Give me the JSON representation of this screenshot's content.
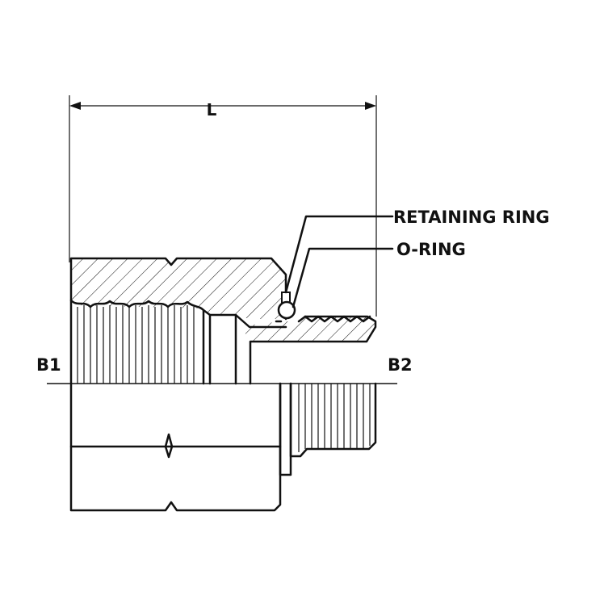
{
  "labels": {
    "length": "L",
    "retaining_ring": "RETAINING RING",
    "o_ring": "O-RING",
    "port_left": "B1",
    "port_right": "B2"
  },
  "colors": {
    "ink": "#111111",
    "background": "#ffffff"
  }
}
